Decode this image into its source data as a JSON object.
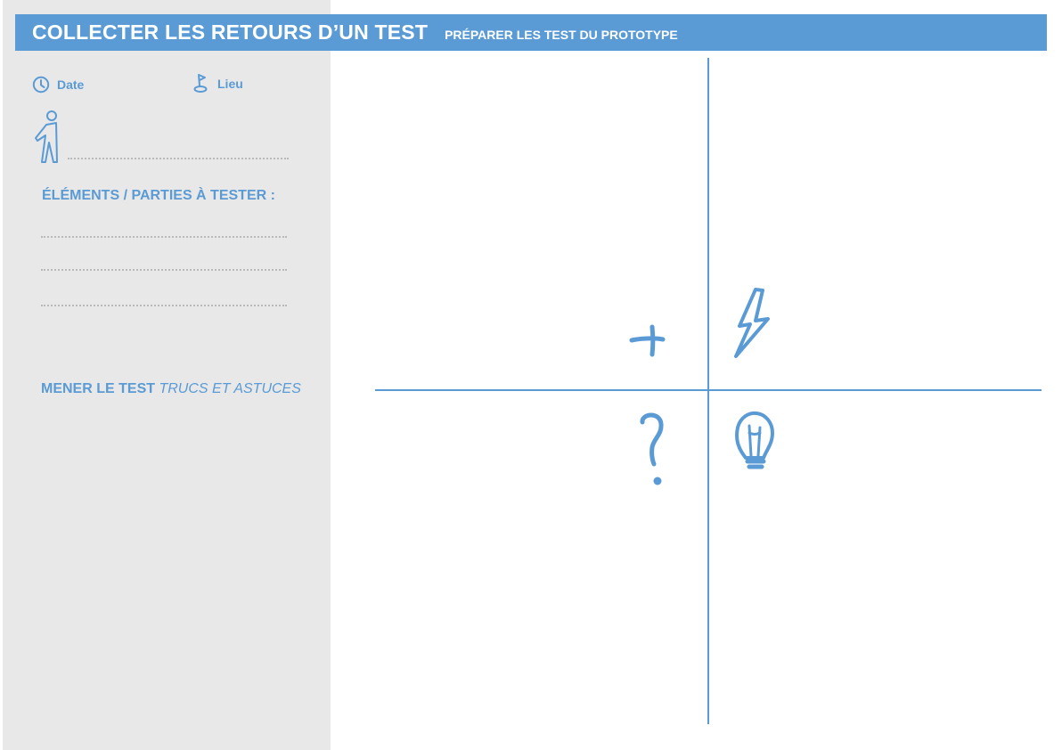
{
  "header": {
    "title": "COLLECTER LES RETOURS D’UN TEST",
    "subtitle": "PRÉPARER LES TEST DU PROTOTYPE"
  },
  "sidebar": {
    "date_label": "Date",
    "place_label": "Lieu",
    "elements_title": "ÉLÉMENTS / PARTIES À TESTER :",
    "tips_bold": "MENER LE TEST",
    "tips_italic": "TRUCS ET ASTUCES"
  },
  "grid": {
    "quadrants": [
      {
        "icon": "plus-icon"
      },
      {
        "icon": "lightning-icon"
      },
      {
        "icon": "question-mark-icon"
      },
      {
        "icon": "lightbulb-icon"
      }
    ]
  },
  "colors": {
    "accent": "#5b9bd5",
    "sidebar_bg": "#e8e8e8",
    "dotted_line": "#b9b9b9"
  }
}
